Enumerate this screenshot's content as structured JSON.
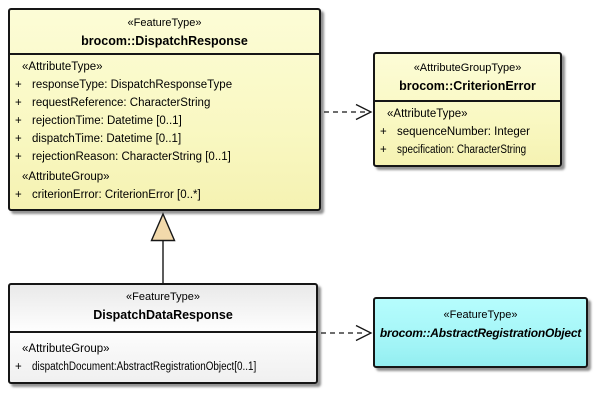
{
  "diagram": {
    "type": "uml-class-diagram",
    "colors": {
      "node_yellow": "#f9f8c2",
      "node_gray": "#f2f2f2",
      "node_cyan": "#a5f5f7",
      "border": "#161616",
      "shadow": "#6e6e6e",
      "generalization_triangle_fill": "#f2d9ab"
    },
    "nodes": {
      "dispatch_response": {
        "stereotype": "«FeatureType»",
        "name": "brocom::DispatchResponse",
        "sections": [
          {
            "label": "«AttributeType»",
            "rows": [
              {
                "vis": "+",
                "text": "responseType: DispatchResponseType"
              },
              {
                "vis": "+",
                "text": "requestReference: CharacterString"
              },
              {
                "vis": "+",
                "text": "rejectionTime: Datetime [0..1]"
              },
              {
                "vis": "+",
                "text": "dispatchTime: Datetime [0..1]"
              },
              {
                "vis": "+",
                "text": "rejectionReason: CharacterString [0..1]"
              }
            ]
          },
          {
            "label": "«AttributeGroup»",
            "rows": [
              {
                "vis": "+",
                "text": "criterionError: CriterionError [0..*]"
              }
            ]
          }
        ]
      },
      "criterion_error": {
        "stereotype": "«AttributeGroupType»",
        "name": "brocom::CriterionError",
        "sections": [
          {
            "label": "«AttributeType»",
            "rows": [
              {
                "vis": "+",
                "text": "sequenceNumber: Integer"
              },
              {
                "vis": "+",
                "text": "specification: CharacterString"
              }
            ]
          }
        ]
      },
      "dispatch_data_response": {
        "stereotype": "«FeatureType»",
        "name": "DispatchDataResponse",
        "sections": [
          {
            "label": "«AttributeGroup»",
            "rows": [
              {
                "vis": "+",
                "text": "dispatchDocument:AbstractRegistrationObject[0..1]"
              }
            ]
          }
        ]
      },
      "abstract_registration_object": {
        "stereotype": "«FeatureType»",
        "name": "brocom::AbstractRegistrationObject"
      }
    },
    "edges": {
      "generalization": {
        "type": "generalization",
        "from": "DispatchDataResponse",
        "to": "brocom::DispatchResponse",
        "style": "solid line, hollow triangle arrowhead"
      },
      "dependency_top": {
        "type": "dependency",
        "from": "brocom::DispatchResponse",
        "to": "brocom::CriterionError",
        "style": "dashed line, open arrowhead"
      },
      "dependency_bottom": {
        "type": "dependency",
        "from": "DispatchDataResponse",
        "to": "brocom::AbstractRegistrationObject",
        "style": "dashed line, open arrowhead"
      }
    }
  }
}
